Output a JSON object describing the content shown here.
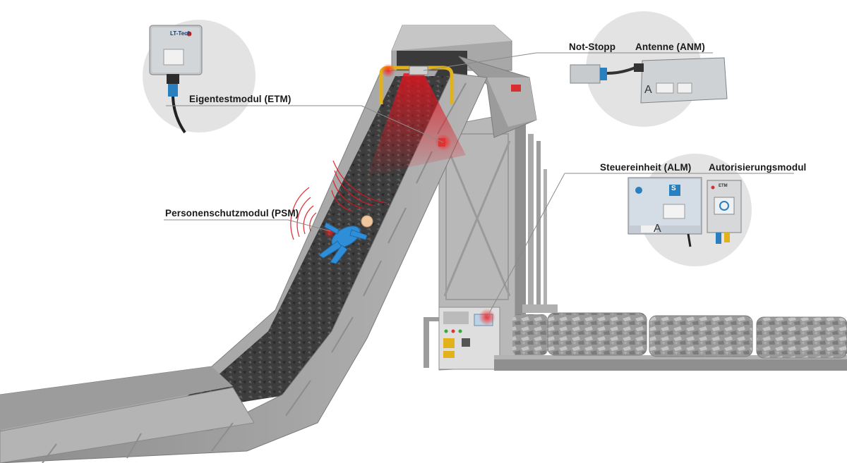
{
  "labels": {
    "etm": "Eigentestmodul (ETM)",
    "not_stopp": "Not-Stopp",
    "antenne": "Antenne (ANM)",
    "steuereinheit": "Steuereinheit (ALM)",
    "autorisierung": "Autorisierungsmodul",
    "psm": "Personenschutzmodul (PSM)"
  },
  "device_text": {
    "etm_brand": "LT-Tech",
    "antenna_letter": "A",
    "alm_letter": "A",
    "alm_badge": "S",
    "auth_tag": "ETM"
  },
  "colors": {
    "warning_red": "#e0141e",
    "worker_blue": "#2e8fd8",
    "metal": "#a3a3a3",
    "leader_line": "#8a8a8a",
    "callout_circle": "#e3e3e3"
  }
}
